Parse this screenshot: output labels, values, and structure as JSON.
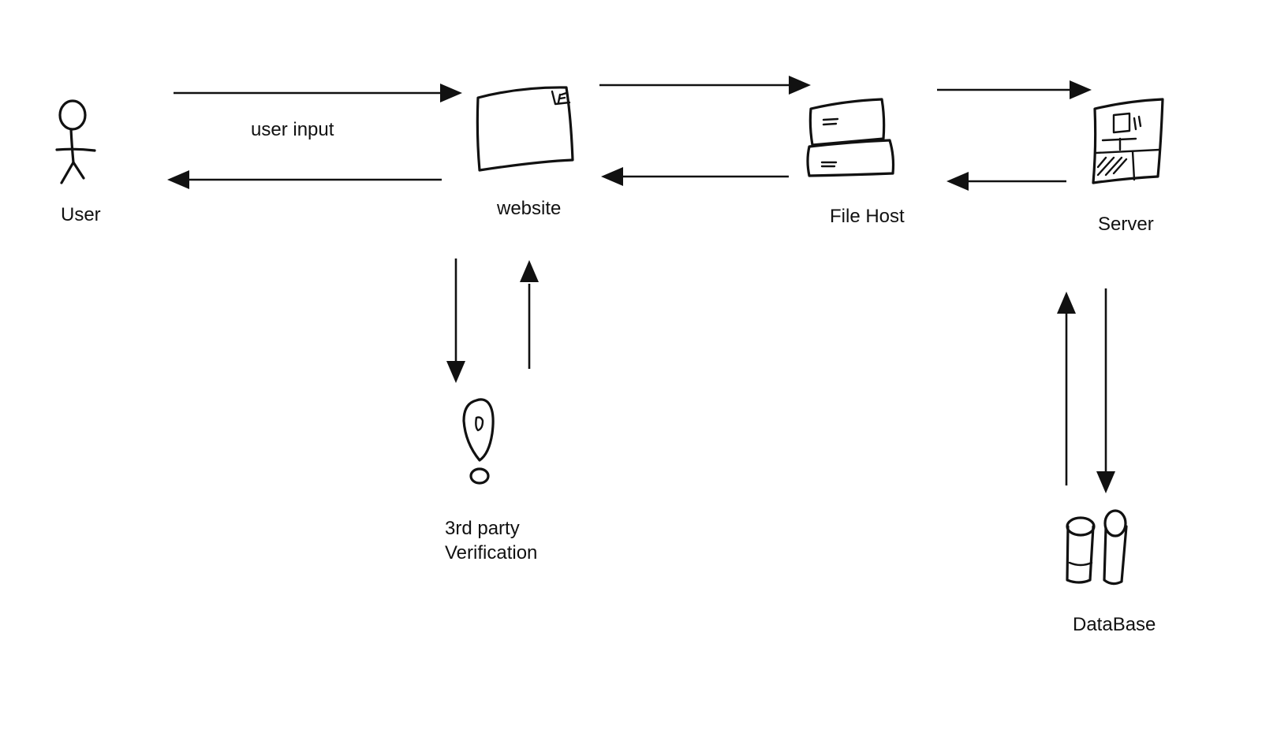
{
  "nodes": {
    "user": {
      "label": "User",
      "icon": "stick-figure-icon"
    },
    "website": {
      "label": "website",
      "icon": "browser-window-icon"
    },
    "file_host": {
      "label": "File Host",
      "icon": "file-host-icon"
    },
    "server": {
      "label": "Server",
      "icon": "server-icon"
    },
    "verification": {
      "label_line1": "3rd party",
      "label_line2": "Verification",
      "icon": "exclamation-icon"
    },
    "database": {
      "label": "DataBase",
      "icon": "database-cylinders-icon"
    }
  },
  "edges": {
    "user_to_website": {
      "label": "user input"
    }
  },
  "colors": {
    "ink": "#111111",
    "background": "#ffffff"
  }
}
